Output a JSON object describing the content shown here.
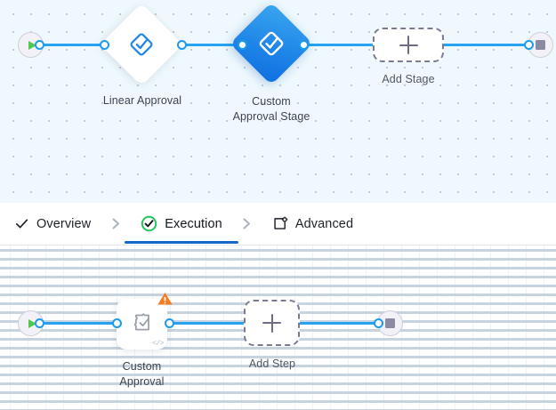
{
  "stage_canvas": {
    "name": "stage-flow-canvas",
    "background_color": "#eff9fd",
    "edge_color": "#27a3ef",
    "start_node": {
      "icon": "play-icon",
      "title": "Start"
    },
    "end_node": {
      "icon": "stop-icon",
      "title": "End"
    },
    "stages": [
      {
        "label": "Linear Approval",
        "icon": "approval-diamond-icon",
        "selected": false,
        "fill": "#ffffff"
      },
      {
        "label": "Custom\nApproval Stage",
        "icon": "approval-diamond-icon",
        "selected": true,
        "fill": "#1f86e8"
      }
    ],
    "add_stage": {
      "label": "Add Stage",
      "icon": "plus-icon"
    }
  },
  "tabs": {
    "name": "wizard-tabs",
    "active_index": 1,
    "separator_icon": "chevron-right-icon",
    "items": [
      {
        "label": "Overview",
        "icon": "check-icon",
        "state": "complete"
      },
      {
        "label": "Execution",
        "icon": "check-circle-icon",
        "state": "active"
      },
      {
        "label": "Advanced",
        "icon": "advanced-settings-icon",
        "state": "default"
      }
    ]
  },
  "step_canvas": {
    "name": "step-flow-canvas",
    "background_color": "#ffffff",
    "edge_color": "#27a3ef",
    "start_node": {
      "icon": "play-icon",
      "title": "Start"
    },
    "end_node": {
      "icon": "stop-icon",
      "title": "End"
    },
    "steps": [
      {
        "label": "Custom\nApproval",
        "icon": "puzzle-check-icon",
        "warning_icon": "warning-triangle-icon",
        "warning_color": "#f47b20",
        "code_badge": "</>"
      }
    ],
    "add_step": {
      "label": "Add Step",
      "icon": "plus-icon"
    }
  },
  "colors": {
    "accent_blue": "#1b9bf0",
    "selected_blue": "#1f86e8",
    "tab_underline": "#1668c8",
    "warning_orange": "#f47b20",
    "success_green": "#22c55e",
    "start_green": "#4ec94e"
  }
}
